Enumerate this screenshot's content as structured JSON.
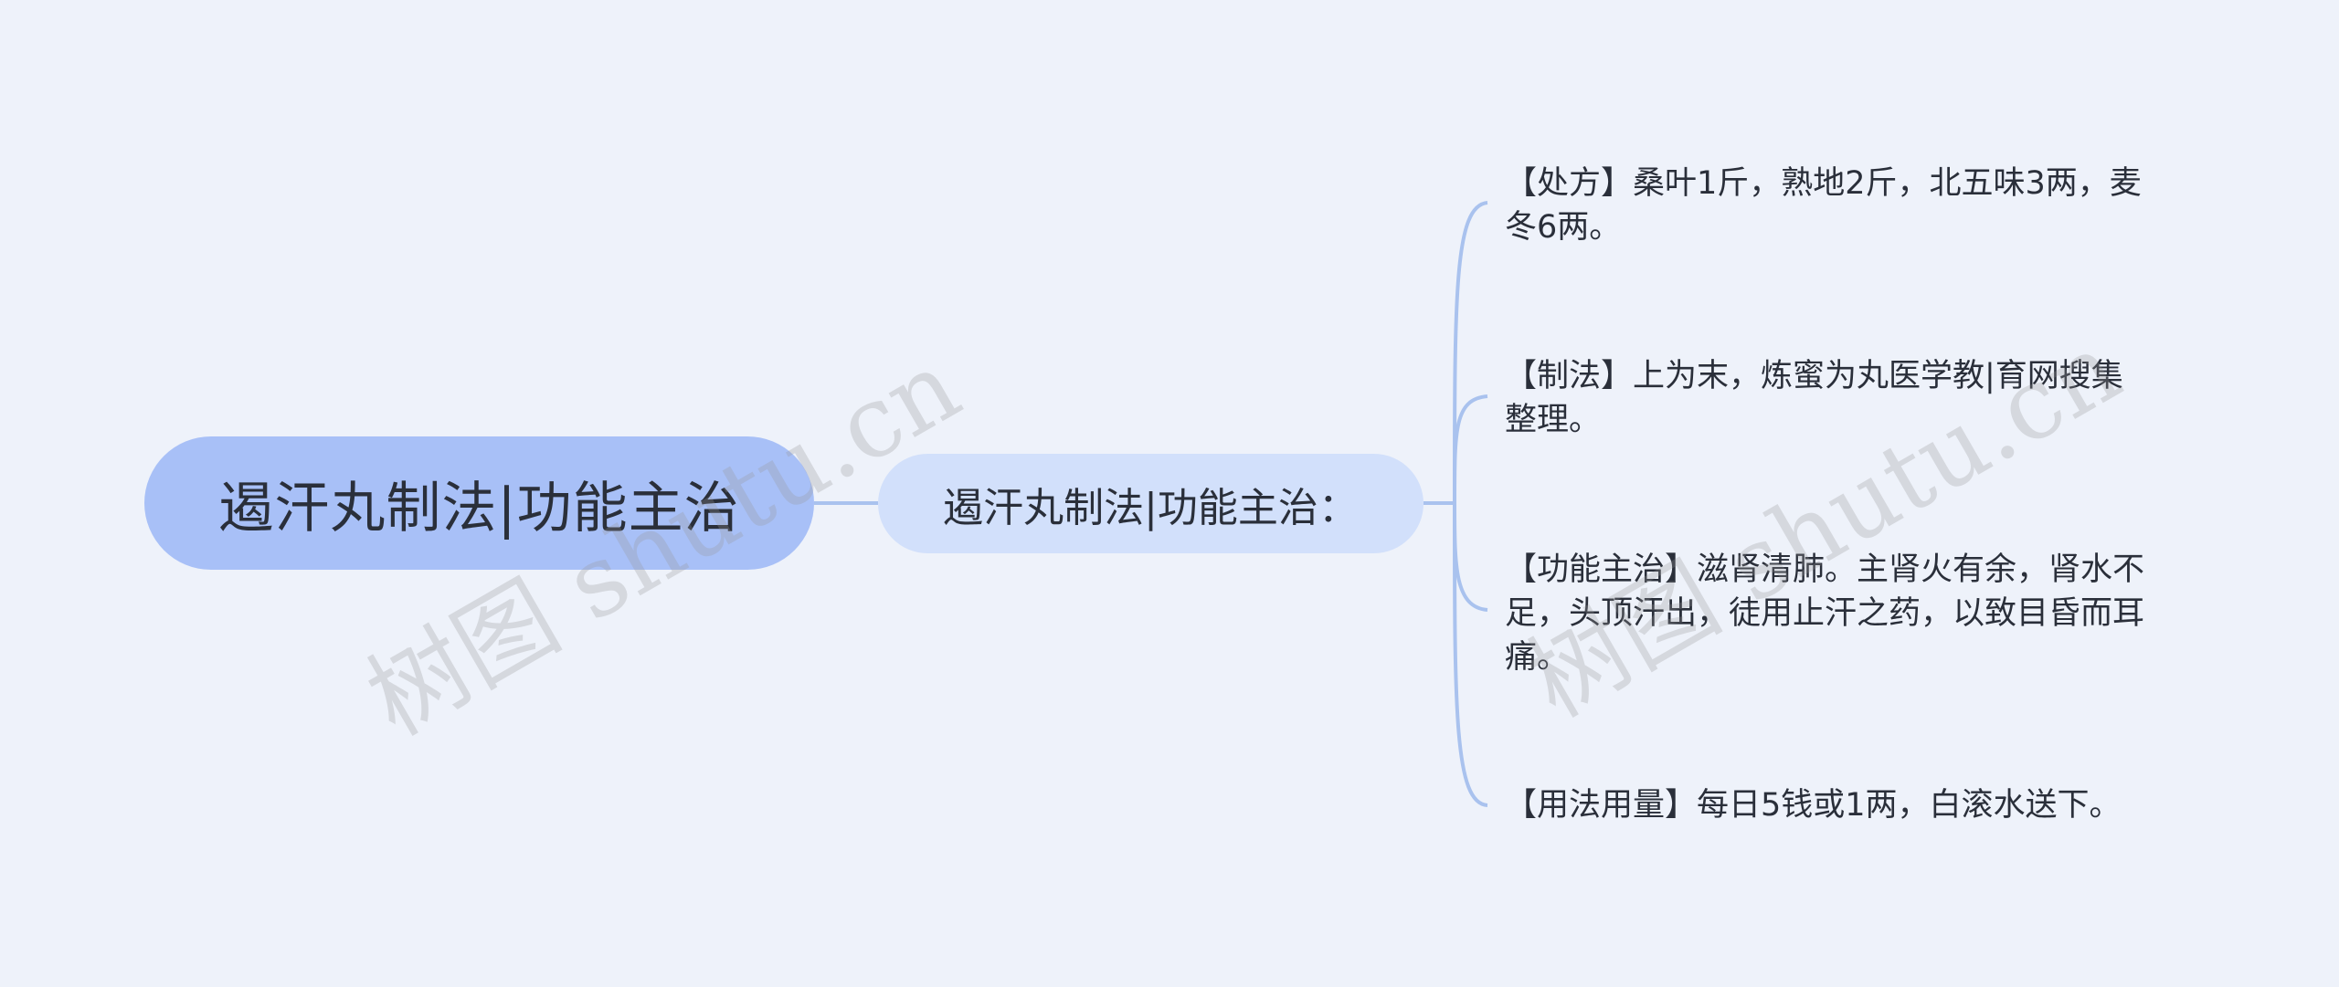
{
  "mindmap": {
    "root": {
      "label": "遏汗丸制法|功能主治"
    },
    "branch": {
      "label": "遏汗丸制法|功能主治："
    },
    "leaves": [
      {
        "line1": "【处方】桑叶1斤，熟地2斤，北五味3两，麦",
        "line2": "冬6两。",
        "line3": ""
      },
      {
        "line1": "【制法】上为末，炼蜜为丸医学教|育网搜集",
        "line2": "整理。",
        "line3": ""
      },
      {
        "line1": "【功能主治】滋肾清肺。主肾火有余，肾水不",
        "line2": "足，头顶汗出，徒用止汗之药，以致目昏而耳",
        "line3": "痛。"
      },
      {
        "line1": "【用法用量】每日5钱或1两，白滚水送下。",
        "line2": "",
        "line3": ""
      }
    ]
  },
  "watermarks": [
    "树图 shutu.cn",
    "树图 shutu.cn"
  ],
  "colors": {
    "background": "#eef2fa",
    "root_fill": "#a8c0f7",
    "branch_fill": "#d2e0fb",
    "connector": "#a9c2ee"
  }
}
